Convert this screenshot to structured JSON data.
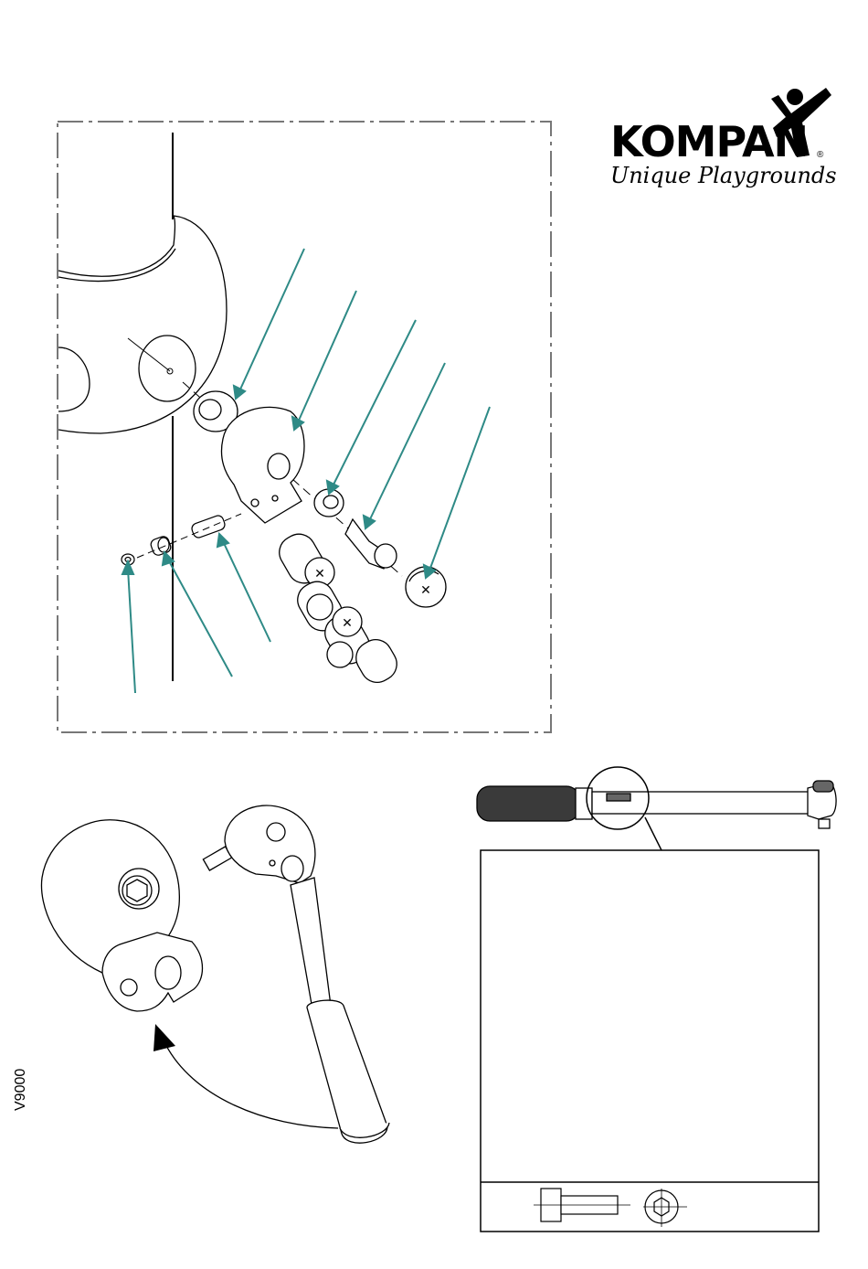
{
  "logo": {
    "brand": "KOMPAN",
    "tagline": "Unique Playgrounds",
    "registered": "®"
  },
  "document": {
    "code": "V9000"
  },
  "icons": {
    "brand_mark": "kompan-figure-icon",
    "wrench": "torque-wrench-icon",
    "ratchet": "ratchet-icon",
    "bolt": "hex-bolt-icon"
  },
  "colors": {
    "callout": "#2e8a86",
    "line": "#000000"
  }
}
